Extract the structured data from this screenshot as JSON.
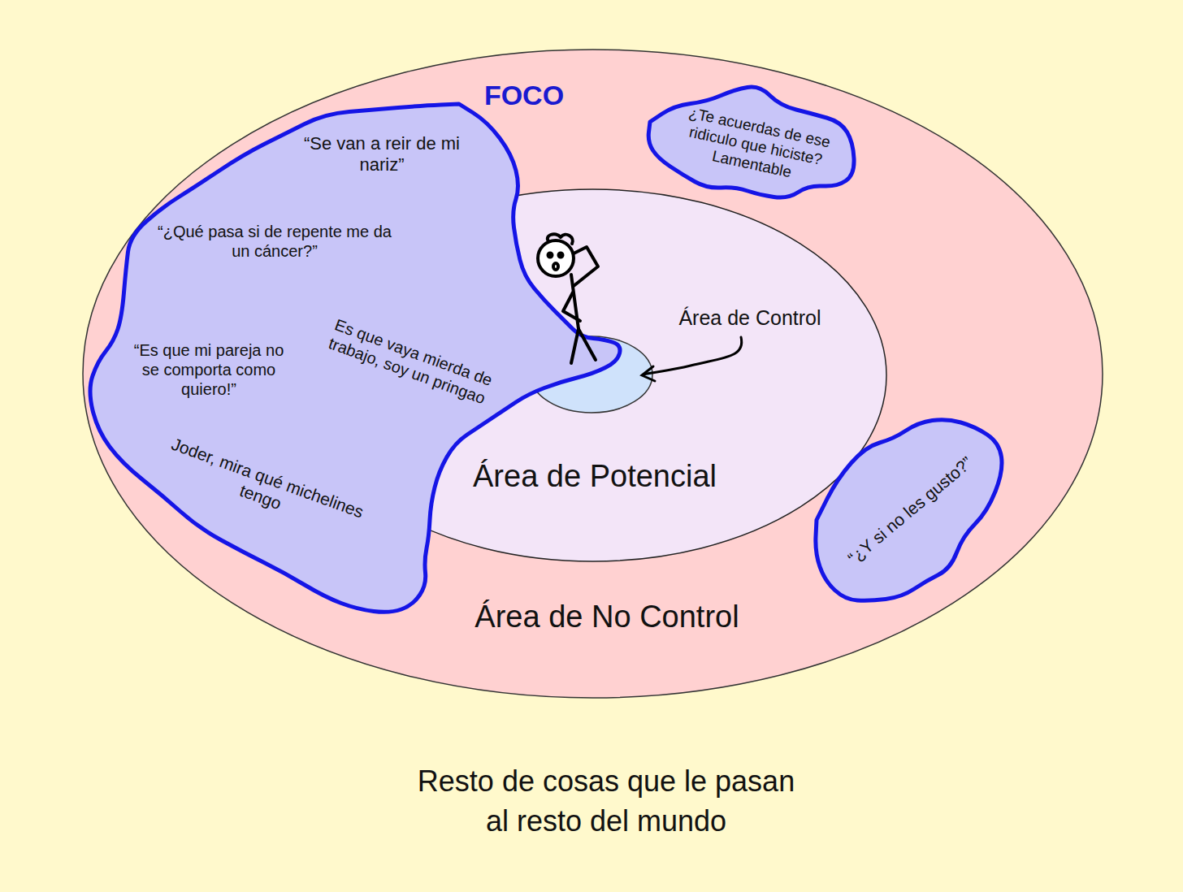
{
  "diagram": {
    "caption": "Resto de cosas que le pasan al resto del mundo",
    "nodes": [
      {
        "text": [
          "Área de No Control"
        ]
      },
      {
        "text": [
          "Área de Potencial"
        ],
        "in": 0
      },
      {
        "text": [
          "Área de Control"
        ],
        "in": 1
      },
      {
        "text": [
          "FOCO",
          "“Se van a reir de mi nariz”",
          "“¿Qué pasa si de repente me da un cáncer?”",
          "“Es que mi pareja no se comporta como quiero!”",
          "Joder, mira qué michelines tengo",
          "Es que vaya mierda de trabajo, soy un pringao"
        ],
        "in": 0
      },
      {
        "text": [
          "¿Te acuerdas de ese ridiculo que hiciste? Lamentable"
        ],
        "in": 0
      },
      {
        "text": [
          "“¿Y si no les gusto?”"
        ],
        "in": 0
      }
    ]
  }
}
